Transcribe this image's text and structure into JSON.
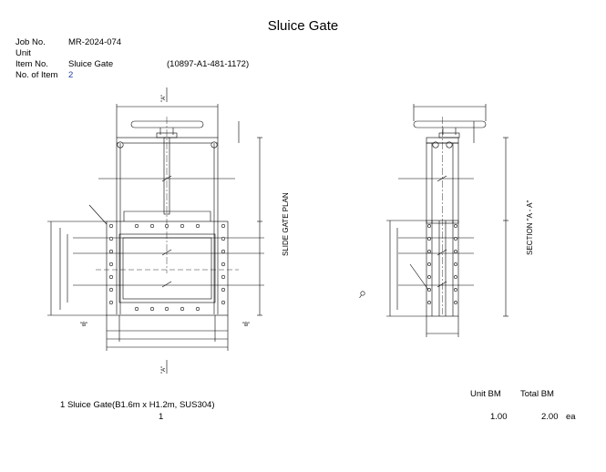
{
  "header": {
    "title": "Sluice Gate",
    "job_no_label": "Job No.",
    "job_no": "MR-2024-074",
    "unit_label": "Unit",
    "item_no_label": "Item No.",
    "item_no": "Sluice Gate",
    "drawing_code": "(10897-A1-481-1172)",
    "no_of_item_label": "No. of Item",
    "no_of_item": "2"
  },
  "drawing": {
    "front_view_label": "SLIDE GATE PLAN",
    "side_view_label": "SECTION \"A - A\"",
    "section_a_top": "\"A\"",
    "section_a_bottom": "\"A\"",
    "section_b_left": "\"B\"",
    "section_b_right": "\"B\""
  },
  "bom": {
    "unit_bm_label": "Unit BM",
    "total_bm_label": "Total BM",
    "item_index": "1",
    "item_description": "Sluice Gate(B1.6m x H1.2m, SUS304)",
    "quantity": "1",
    "unit_bm": "1.00",
    "total_bm": "2.00",
    "uom": "ea"
  }
}
